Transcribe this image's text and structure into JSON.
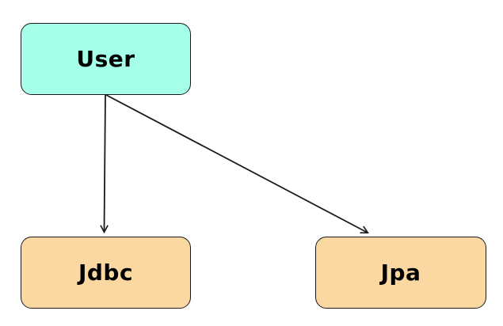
{
  "diagram": {
    "type": "node-edge-diagram",
    "background_color": "#ffffff",
    "nodes": [
      {
        "id": "user",
        "label": "User",
        "fill": "#a5ffe9",
        "position": "top-left"
      },
      {
        "id": "jdbc",
        "label": "Jdbc",
        "fill": "#fbd7a1",
        "position": "bottom-left"
      },
      {
        "id": "jpa",
        "label": "Jpa",
        "fill": "#fbd7a1",
        "position": "bottom-right"
      }
    ],
    "edges": [
      {
        "from": "User",
        "to": "Jdbc",
        "arrowhead": "open-vee"
      },
      {
        "from": "User",
        "to": "Jpa",
        "arrowhead": "open-vee"
      }
    ],
    "colors": {
      "node_border": "#1b1b1b",
      "edge_stroke": "#1b1b1b",
      "label_text": "#000000"
    }
  }
}
